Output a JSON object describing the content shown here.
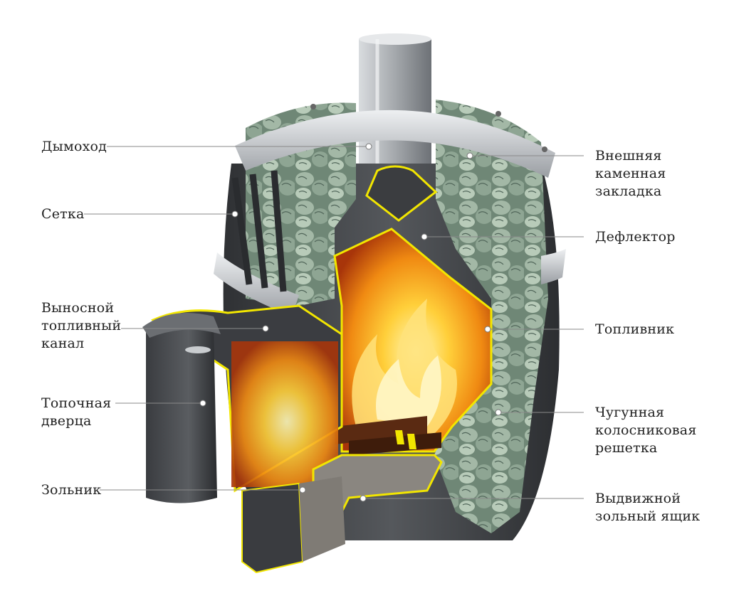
{
  "colors": {
    "shell": "#4a4c50",
    "shell_light": "#7a7c80",
    "steel": "#c8ccd0",
    "stone": "#8fa593",
    "stone_dark": "#5d7463",
    "outline": "#f2e600",
    "fire_core": "#fff4a0",
    "fire_mid": "#ffb21e",
    "fire_outer": "#e2560a",
    "ash": "#9a9690",
    "leader": "#8a8a8a"
  },
  "labels": {
    "chimney": "Дымоход",
    "mesh": "Сетка",
    "fuel_channel": "Выносной\nтопливный\nканал",
    "firebox_door": "Топочная\nдверца",
    "ash_pit": "Зольник",
    "outer_stones": "Внешняя\nкаменная\nзакладка",
    "deflector": "Дефлектор",
    "firebox": "Топливник",
    "grate": "Чугунная\nколосниковая\nрешетка",
    "ash_drawer": "Выдвижной\nзольный ящик"
  }
}
